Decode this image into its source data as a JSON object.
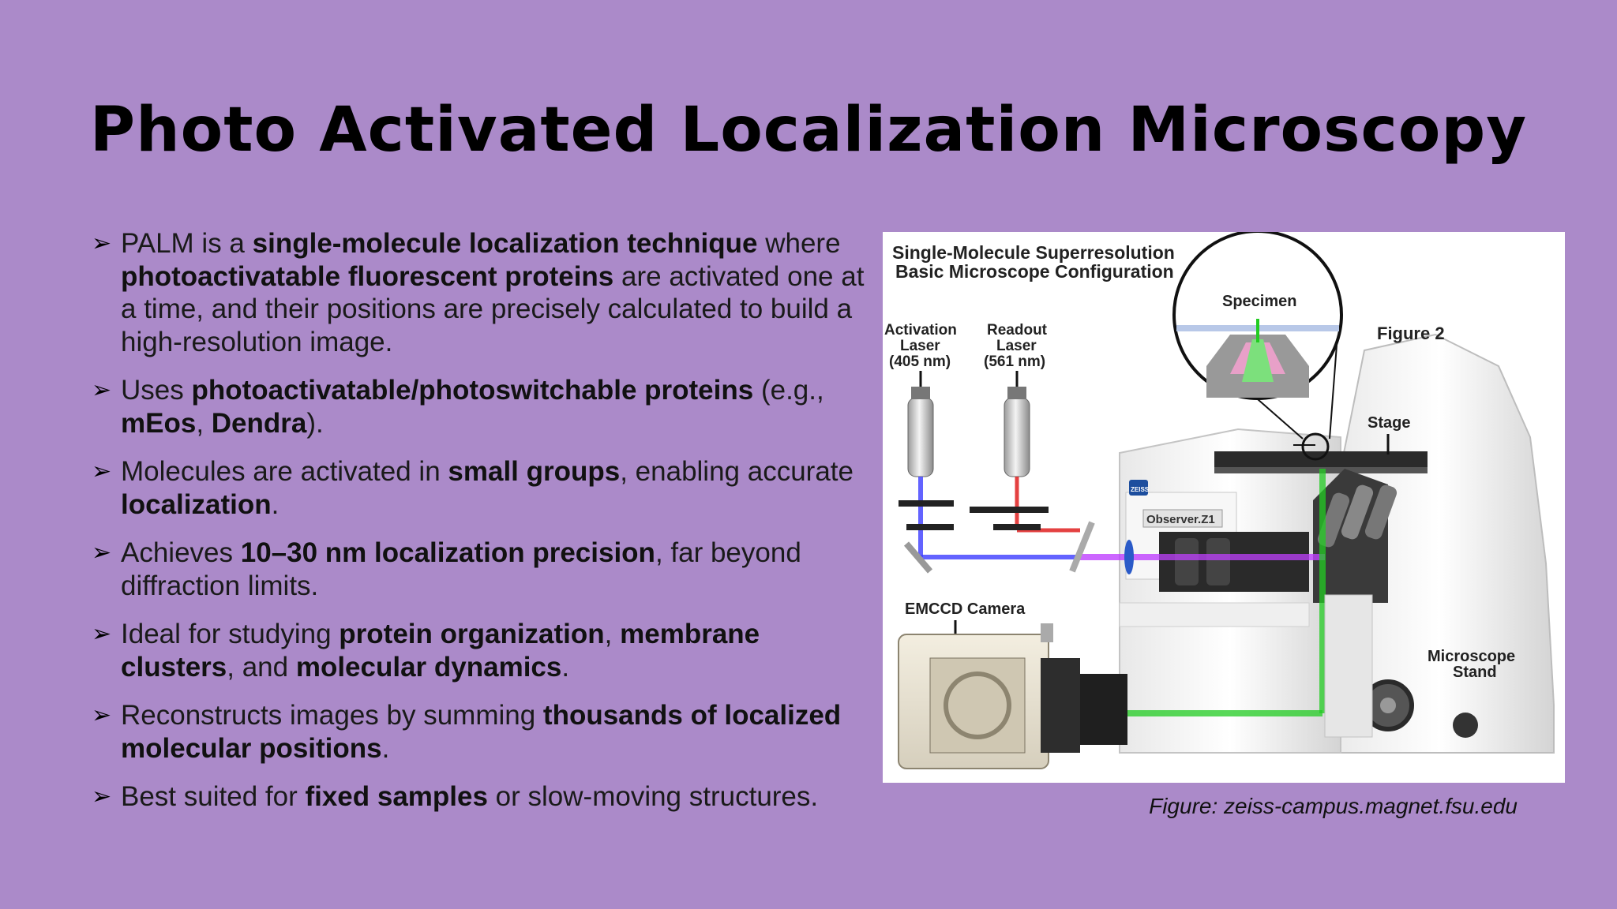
{
  "title": "Photo Activated Localization Microscopy",
  "bullets": [
    [
      {
        "t": "PALM is a ",
        "b": false
      },
      {
        "t": "single-molecule localization technique",
        "b": true
      },
      {
        "t": " where ",
        "b": false
      },
      {
        "t": "photoactivatable fluorescent proteins",
        "b": true
      },
      {
        "t": " are activated one at a time, and their positions are precisely calculated to build a high-resolution image.",
        "b": false
      }
    ],
    [
      {
        "t": "Uses ",
        "b": false
      },
      {
        "t": "photoactivatable/photoswitchable proteins",
        "b": true
      },
      {
        "t": " (e.g., ",
        "b": false
      },
      {
        "t": "mEos",
        "b": true
      },
      {
        "t": ", ",
        "b": false
      },
      {
        "t": "Dendra",
        "b": true
      },
      {
        "t": ").",
        "b": false
      }
    ],
    [
      {
        "t": "Molecules are activated in ",
        "b": false
      },
      {
        "t": "small groups",
        "b": true
      },
      {
        "t": ", enabling accurate ",
        "b": false
      },
      {
        "t": "localization",
        "b": true
      },
      {
        "t": ".",
        "b": false
      }
    ],
    [
      {
        "t": "Achieves ",
        "b": false
      },
      {
        "t": "10–30 nm localization precision",
        "b": true
      },
      {
        "t": ", far beyond diffraction limits.",
        "b": false
      }
    ],
    [
      {
        "t": "Ideal for studying ",
        "b": false
      },
      {
        "t": "protein organization",
        "b": true
      },
      {
        "t": ", ",
        "b": false
      },
      {
        "t": "membrane clusters",
        "b": true
      },
      {
        "t": ", and ",
        "b": false
      },
      {
        "t": "molecular dynamics",
        "b": true
      },
      {
        "t": ".",
        "b": false
      }
    ],
    [
      {
        "t": "Reconstructs images by summing ",
        "b": false
      },
      {
        "t": "thousands of localized molecular positions",
        "b": true
      },
      {
        "t": ".",
        "b": false
      }
    ],
    [
      {
        "t": "Best suited for ",
        "b": false
      },
      {
        "t": "fixed samples",
        "b": true
      },
      {
        "t": " or slow-moving structures.",
        "b": false
      }
    ]
  ],
  "bullet_icon": "arrowhead-bullet-icon",
  "figure": {
    "heading_line1": "Single-Molecule Superresolution",
    "heading_line2": "Basic Microscope Configuration",
    "activation_laser": [
      "Activation",
      "Laser",
      "(405 nm)"
    ],
    "readout_laser": [
      "Readout",
      "Laser",
      "(561 nm)"
    ],
    "specimen": "Specimen",
    "figure_label": "Figure 2",
    "stage": "Stage",
    "camera": "EMCCD Camera",
    "microscope_stand": [
      "Microscope",
      "Stand"
    ],
    "brand_badge": "ZEISS",
    "model": "Observer.Z1"
  },
  "caption": "Figure: zeiss-campus.magnet.fsu.edu",
  "colors": {
    "background": "#ab8ac9",
    "title": "#000000",
    "activation_beam": "#3d3dff",
    "readout_beam": "#e02020",
    "emission_beam": "#22cc22",
    "combined_beam": "#c040ff"
  }
}
